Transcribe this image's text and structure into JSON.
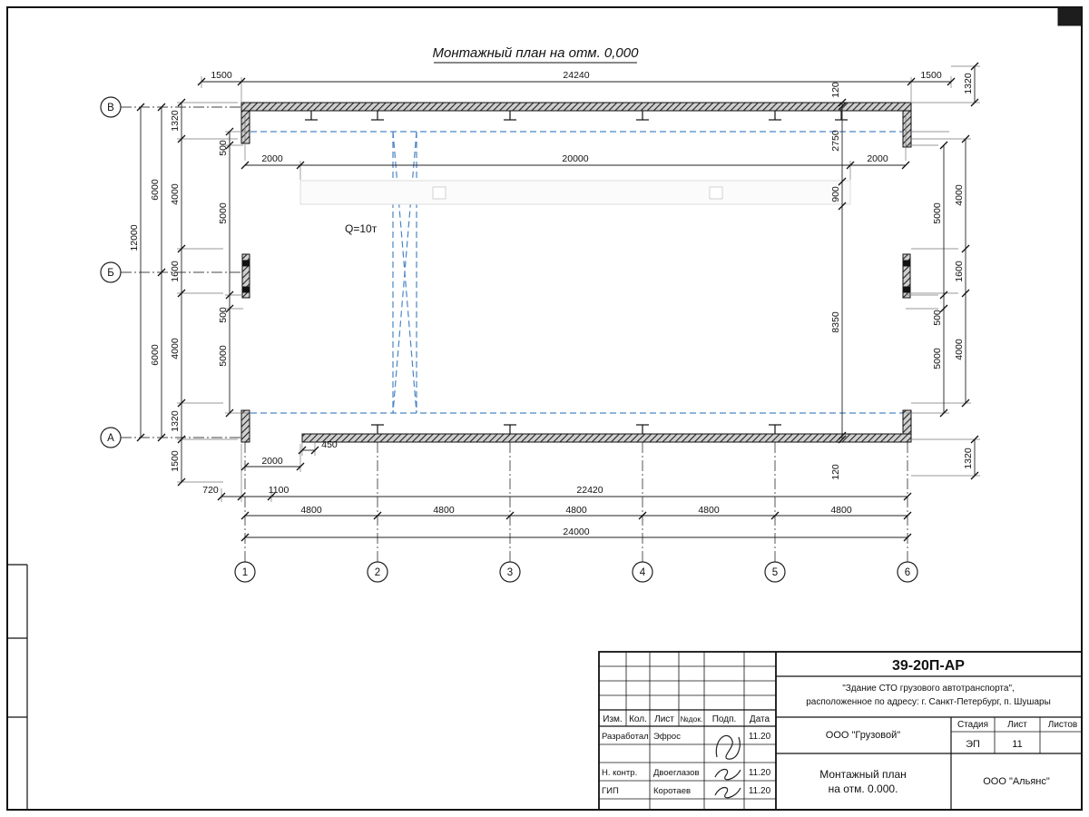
{
  "title": "Монтажный план на отм. 0,000",
  "crane_label": "Q=10т",
  "axes": {
    "rows": [
      "В",
      "Б",
      "А"
    ],
    "cols": [
      "1",
      "2",
      "3",
      "4",
      "5",
      "6"
    ]
  },
  "dims": {
    "top1": [
      "1500",
      "24240",
      "1500"
    ],
    "top2": [
      "2000",
      "20000",
      "2000"
    ],
    "left_total": "12000",
    "left_halves": [
      "6000",
      "6000"
    ],
    "left_chain": [
      "1320",
      "4000",
      "1600",
      "4000",
      "1320"
    ],
    "left_below": "1500",
    "left_inner": [
      "500",
      "5000",
      "500",
      "5000"
    ],
    "right_inner": [
      "120",
      "2750",
      "900",
      "8350",
      "120"
    ],
    "right_mid": [
      "5000",
      "500",
      "5000"
    ],
    "right_outer": [
      "4000",
      "1600",
      "4000"
    ],
    "right_far": [
      "1320",
      "1320"
    ],
    "b450": "450",
    "b2000": "2000",
    "brow": [
      "720",
      "1100",
      "22420"
    ],
    "b4800": [
      "4800",
      "4800",
      "4800",
      "4800",
      "4800"
    ],
    "btotal": "24000"
  },
  "titleblock": {
    "doc_number": "39-20П-АР",
    "project_line1": "\"Здание СТО грузового автотранспорта\",",
    "project_line2": "расположенное по адресу: г. Санкт-Петербург, п. Шушары",
    "columns": [
      "Изм.",
      "Кол.",
      "Лист",
      "№док.",
      "Подп.",
      "Дата"
    ],
    "rows": [
      {
        "role": "Разработал",
        "name": "Эфрос",
        "date": "11.20"
      },
      {
        "role": "Н. контр.",
        "name": "Двоеглазов",
        "date": "11.20"
      },
      {
        "role": "ГИП",
        "name": "Коротаев",
        "date": "11.20"
      }
    ],
    "org1": "ООО \"Грузовой\"",
    "stage_label": "Стадия",
    "sheet_label": "Лист",
    "sheets_label": "Листов",
    "stage": "ЭП",
    "sheet": "11",
    "drawing_name_line1": "Монтажный план",
    "drawing_name_line2": "на отм. 0.000.",
    "org2": "ООО \"Альянс\""
  }
}
